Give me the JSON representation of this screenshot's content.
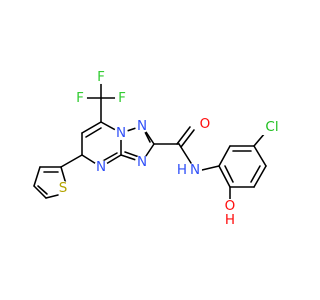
{
  "molecule": {
    "atoms": [
      {
        "id": "F1",
        "symbol": "F",
        "color": "#33cc33"
      },
      {
        "id": "F2",
        "symbol": "F",
        "color": "#33cc33"
      },
      {
        "id": "F3",
        "symbol": "F",
        "color": "#33cc33"
      },
      {
        "id": "N_bridge",
        "symbol": "N",
        "color": "#3050f8"
      },
      {
        "id": "N_top",
        "symbol": "N",
        "color": "#3050f8"
      },
      {
        "id": "N_bottom",
        "symbol": "N",
        "color": "#3050f8"
      },
      {
        "id": "N_pyrimidine",
        "symbol": "N",
        "color": "#3050f8"
      },
      {
        "id": "O_carbonyl",
        "symbol": "O",
        "color": "#ff0d0d"
      },
      {
        "id": "NH_amide",
        "symbol": "N",
        "color": "#3050f8"
      },
      {
        "id": "H_amide",
        "symbol": "H",
        "color": "#3050f8"
      },
      {
        "id": "Cl",
        "symbol": "Cl",
        "color": "#1fbf1f"
      },
      {
        "id": "OH_O",
        "symbol": "O",
        "color": "#ff0d0d"
      },
      {
        "id": "OH_H",
        "symbol": "H",
        "color": "#ff0d0d"
      },
      {
        "id": "S",
        "symbol": "S",
        "color": "#b3a300"
      }
    ]
  }
}
